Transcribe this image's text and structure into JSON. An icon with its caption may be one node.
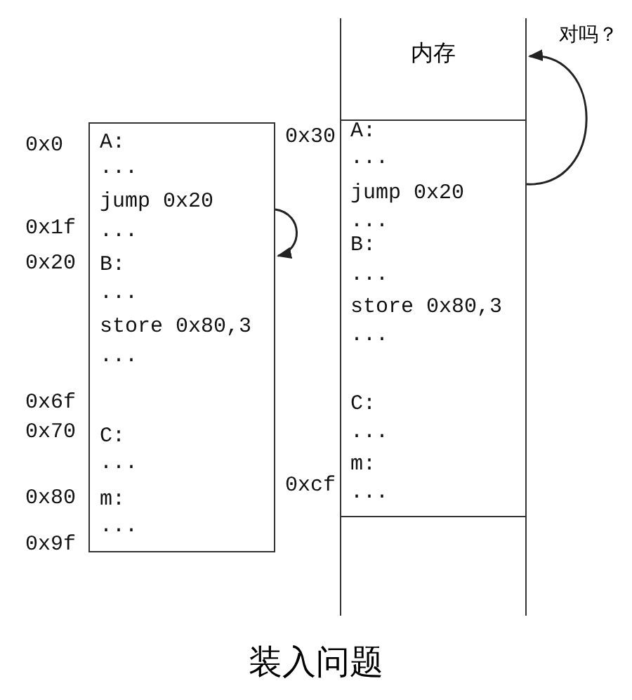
{
  "diagram": {
    "caption": "装入问题",
    "nodes": [
      {
        "text": [
          "A:",
          "...",
          "jump 0x20",
          "...",
          "B:",
          "...",
          "store 0x80,3",
          "...",
          "C:",
          "...",
          "m:",
          "..."
        ],
        "beside": [
          "0x0",
          "0x1f",
          "0x20",
          "0x6f",
          "0x70",
          "0x80",
          "0x9f"
        ]
      },
      {
        "text": [
          "内存"
        ]
      },
      {
        "text": [
          "A:",
          "...",
          "jump 0x20",
          "...",
          "B:",
          "...",
          "store 0x80,3",
          "...",
          "C:",
          "...",
          "m:",
          "..."
        ],
        "in": 1,
        "beside": [
          "0x30",
          "0xcf"
        ]
      }
    ],
    "edges": [
      {
        "from": 0,
        "to": 0,
        "arrow": "to"
      },
      {
        "from": 2,
        "to": 1,
        "arrow": "to",
        "label": "对吗？"
      }
    ]
  }
}
